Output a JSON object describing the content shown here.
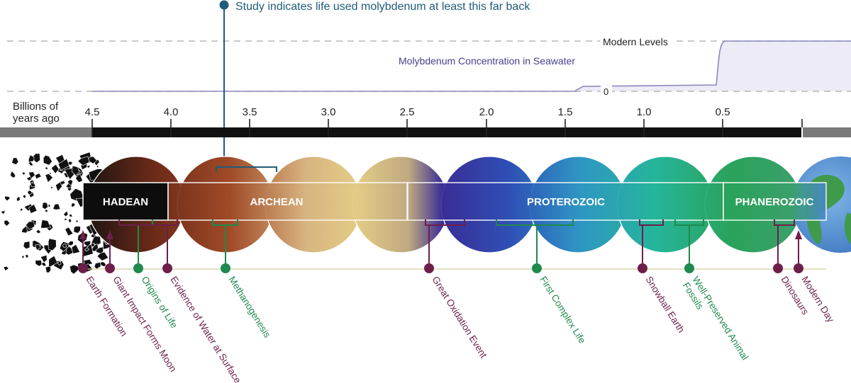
{
  "study_note": "Study indicates life used molybdenum at least this far back",
  "curve": {
    "modern_label": "Modern Levels",
    "concentration_label": "Molybdenum Concentration in Seawater",
    "zero_label": "0"
  },
  "axis": {
    "label_line1": "Billions of",
    "label_line2": "years ago",
    "ticks": [
      "4.5",
      "4.0",
      "3.5",
      "3.0",
      "2.5",
      "2.0",
      "1.5",
      "1.0",
      "0.5"
    ]
  },
  "eons": [
    "HADEAN",
    "ARCHEAN",
    "PROTEROZOIC",
    "PHANEROZOIC"
  ],
  "events": [
    {
      "label": "Earth Formation",
      "kind": "geologic"
    },
    {
      "label": "Giant Impact Forms Moon",
      "kind": "geologic"
    },
    {
      "label": "Origins of Life",
      "kind": "biologic"
    },
    {
      "label": "Evidence of Water at Surface",
      "kind": "geologic"
    },
    {
      "label": "Methanogenesis",
      "kind": "biologic"
    },
    {
      "label": "Great Oxidation Event",
      "kind": "geologic"
    },
    {
      "label": "First Complex Life",
      "kind": "biologic"
    },
    {
      "label": "Snowball Earth",
      "kind": "geologic"
    },
    {
      "label": "Well-Preserved Animal Fossils",
      "label_line1": "Well-Preserved Animal",
      "label_line2": "Fossils",
      "kind": "biologic"
    },
    {
      "label": "Dinosaurs",
      "kind": "geologic"
    },
    {
      "label": "Modern Day",
      "kind": "geologic"
    }
  ],
  "colors": {
    "geologic": "#6d1f4a",
    "biologic": "#1f8a4c",
    "study": "#1f5c7a",
    "curve_line": "#8b88bd",
    "curve_fill": "#ecebf6",
    "label_text": "#46408a"
  }
}
